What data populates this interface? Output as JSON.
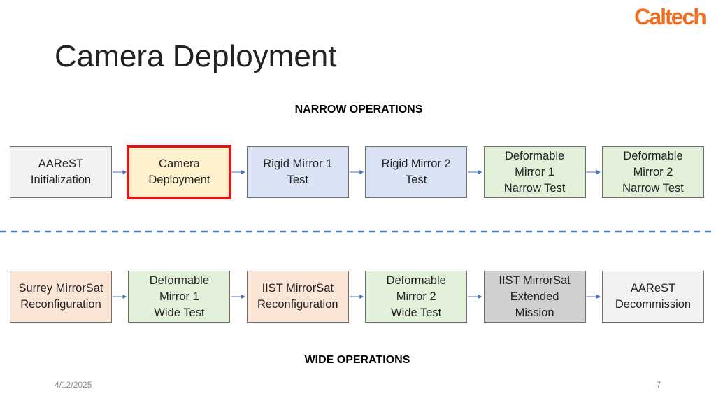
{
  "logo": {
    "text": "Caltech",
    "color": "#f26f21"
  },
  "title": "Camera Deployment",
  "narrow": {
    "label": "NARROW OPERATIONS",
    "steps": [
      {
        "text": "AAReST\nInitialization",
        "fill": "#f2f2f2"
      },
      {
        "text": "Camera\nDeployment",
        "fill": "#fff2cc",
        "highlight": true,
        "border": "#e81010"
      },
      {
        "text": "Rigid Mirror 1\nTest",
        "fill": "#dae3f3"
      },
      {
        "text": "Rigid Mirror 2\nTest",
        "fill": "#dae3f3"
      },
      {
        "text": "Deformable\nMirror 1\nNarrow Test",
        "fill": "#e2f0d9"
      },
      {
        "text": "Deformable\nMirror 2\nNarrow Test",
        "fill": "#e2f0d9"
      }
    ]
  },
  "wide": {
    "label": "WIDE OPERATIONS",
    "steps": [
      {
        "text": "Surrey MirrorSat\nReconfiguration",
        "fill": "#fbe5d6"
      },
      {
        "text": "Deformable\nMirror 1\nWide Test",
        "fill": "#e2f0d9"
      },
      {
        "text": "IIST MirrorSat\nReconfiguration",
        "fill": "#fbe5d6"
      },
      {
        "text": "Deformable\nMirror 2\nWide Test",
        "fill": "#e2f0d9"
      },
      {
        "text": "IIST MirrorSat\nExtended\nMission",
        "fill": "#d0cece"
      },
      {
        "text": "AAReST\nDecommission",
        "fill": "#f2f2f2"
      }
    ]
  },
  "colors": {
    "divider": "#4f7fba",
    "arrow": "#4472c4"
  },
  "footer": {
    "date": "4/12/2025",
    "page": "7"
  }
}
